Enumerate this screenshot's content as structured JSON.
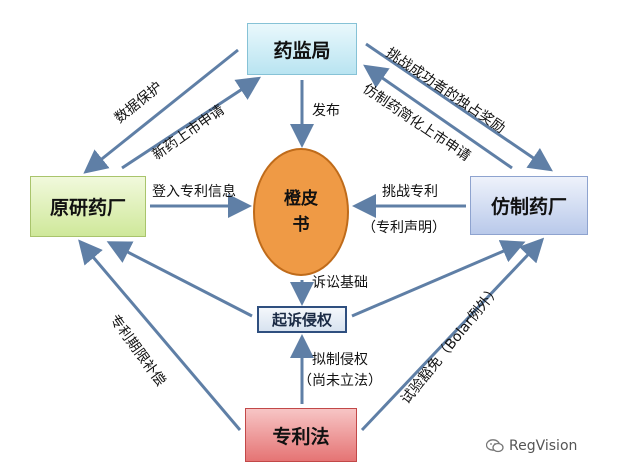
{
  "nodes": {
    "drug_agency": "药监局",
    "originator": "原研药厂",
    "generic": "仿制药厂",
    "patent_law": "专利法",
    "orange_book_line1": "橙皮",
    "orange_book_line2": "书",
    "lawsuit": "起诉侵权"
  },
  "edges": {
    "publish": "发布",
    "data_protection": "数据保护",
    "new_drug_application": "新药上市申请",
    "challenge_reward": "挑战成功者的独占奖励",
    "generic_application": "仿制药简化上市申请",
    "register_patent": "登入专利信息",
    "challenge_patent": "挑战专利",
    "patent_declaration": "（专利声明）",
    "litigation_basis": "诉讼基础",
    "patent_term_compensation": "专利期限补偿",
    "presumed_infringement": "拟制侵权",
    "not_legislated": "（尚未立法）",
    "trial_exemption": "试验豁免（Bolar例外）"
  },
  "watermark": "RegVision",
  "colors": {
    "arrow": "#5f7fa6",
    "orange_book": "#ef9a45",
    "patent_law": "#e57474"
  }
}
